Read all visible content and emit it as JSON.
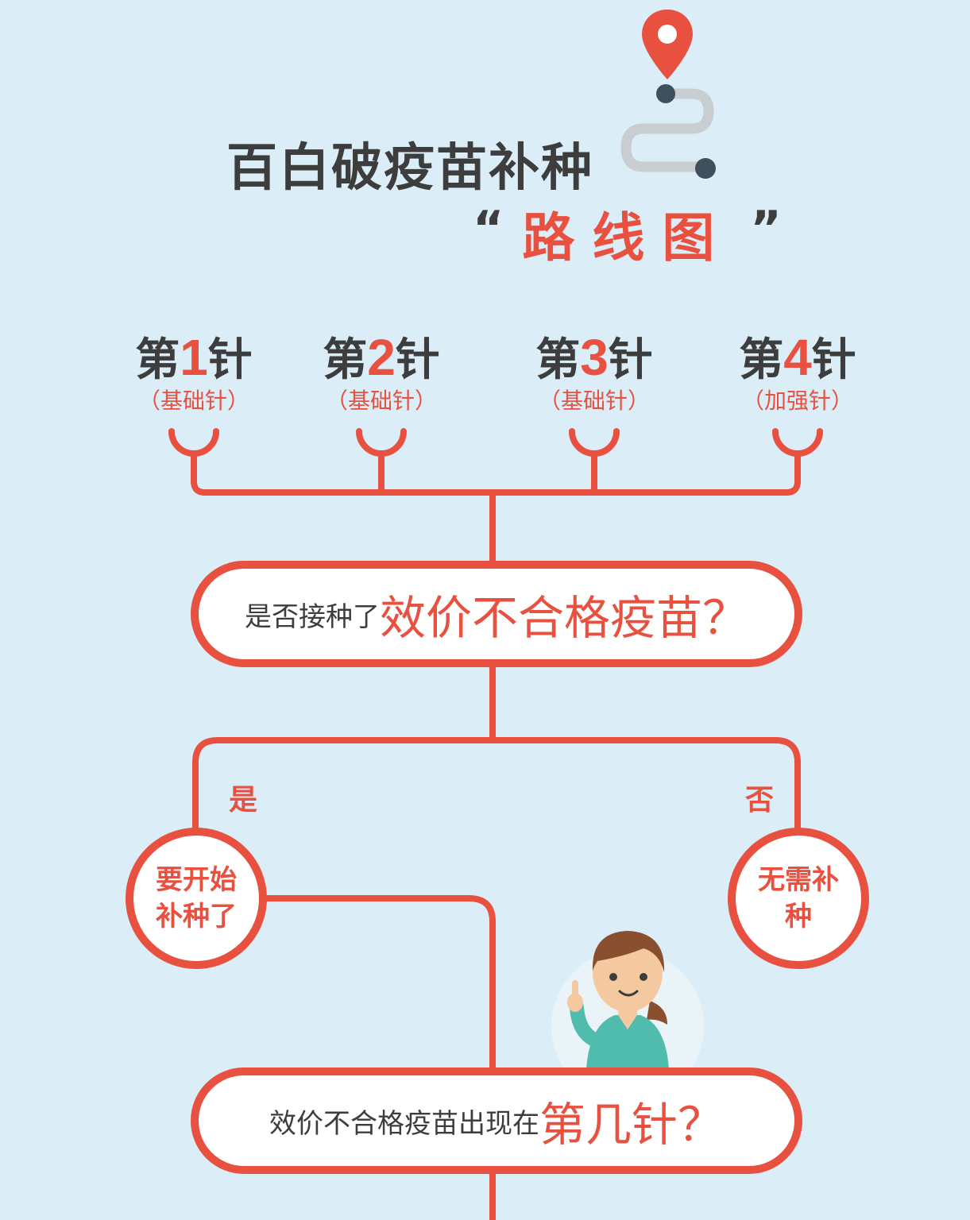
{
  "title": "百白破疫苗补种",
  "subtitle": {
    "open_quote": "“",
    "text": "路线图",
    "close_quote": "”"
  },
  "doses": [
    {
      "prefix": "第",
      "number": "1",
      "suffix": "针",
      "tag": "（基础针）"
    },
    {
      "prefix": "第",
      "number": "2",
      "suffix": "针",
      "tag": "（基础针）"
    },
    {
      "prefix": "第",
      "number": "3",
      "suffix": "针",
      "tag": "（基础针）"
    },
    {
      "prefix": "第",
      "number": "4",
      "suffix": "针",
      "tag": "（加强针）"
    }
  ],
  "question1": {
    "small": "是否接种了",
    "big": "效价不合格疫苗？"
  },
  "branches": {
    "yes": "是",
    "no": "否"
  },
  "outcomes": {
    "yes": "要开始补种了",
    "no": "无需补种"
  },
  "question2": {
    "small": "效价不合格疫苗出现在",
    "big": "第几针？"
  },
  "colors": {
    "accent": "#e8503f",
    "text": "#3d3d3d",
    "background": "#dbeef8",
    "character_shirt": "#4fbcae"
  },
  "icons": [
    "map-pin-icon",
    "route-path-icon",
    "pointing-woman-icon"
  ]
}
